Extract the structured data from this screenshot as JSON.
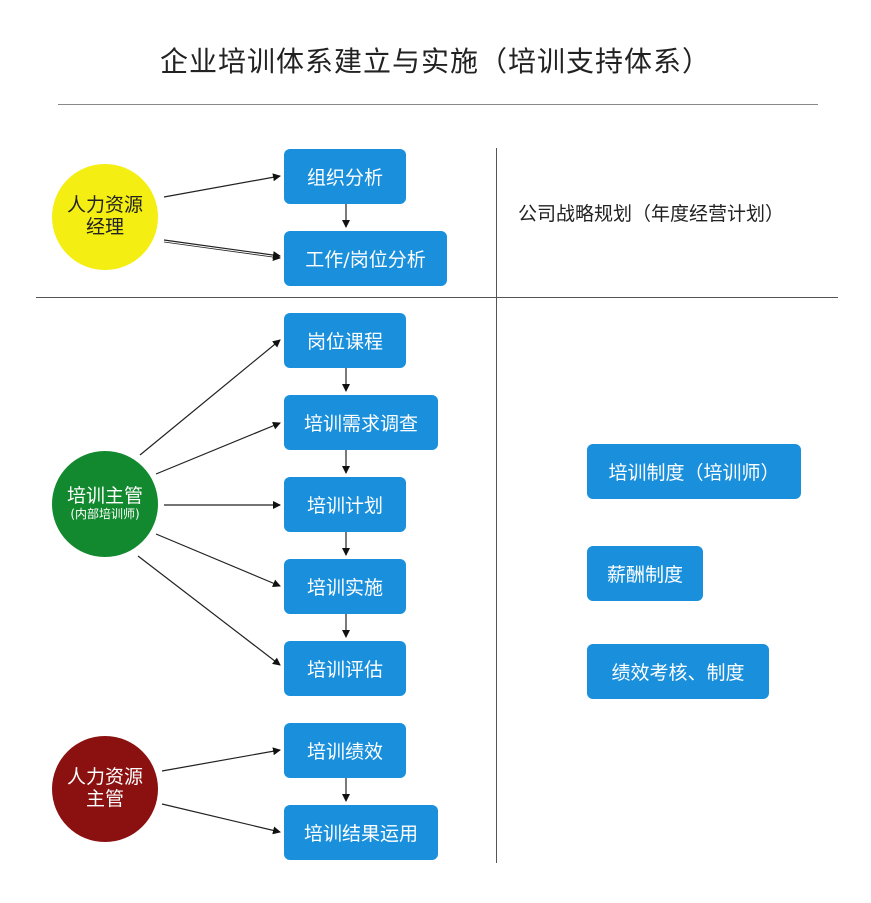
{
  "title": "企业培训体系建立与实施（培训支持体系）",
  "colors": {
    "box_blue": "#1a90dd",
    "hr_manager_yellow": "#f4ee12",
    "training_supervisor_green": "#12892e",
    "hr_supervisor_red": "#8b1010"
  },
  "roles": {
    "hr_manager": {
      "line1": "人力资源",
      "line2": "经理"
    },
    "training_supervisor": {
      "line1": "培训主管",
      "line2": "(内部培训师)"
    },
    "hr_supervisor": {
      "line1": "人力资源",
      "line2": "主管"
    }
  },
  "steps": {
    "org_analysis": "组织分析",
    "job_analysis": "工作/岗位分析",
    "job_courses": "岗位课程",
    "needs_survey": "培训需求调查",
    "training_plan": "培训计划",
    "training_impl": "培训实施",
    "training_eval": "培训评估",
    "training_perf": "培训绩效",
    "result_apply": "培训结果运用"
  },
  "right_panel": {
    "strategy": "公司战略规划（年度经营计划）",
    "trainer_policy": "培训制度（培训师）",
    "salary_policy": "薪酬制度",
    "perf_policy": "绩效考核、制度"
  }
}
